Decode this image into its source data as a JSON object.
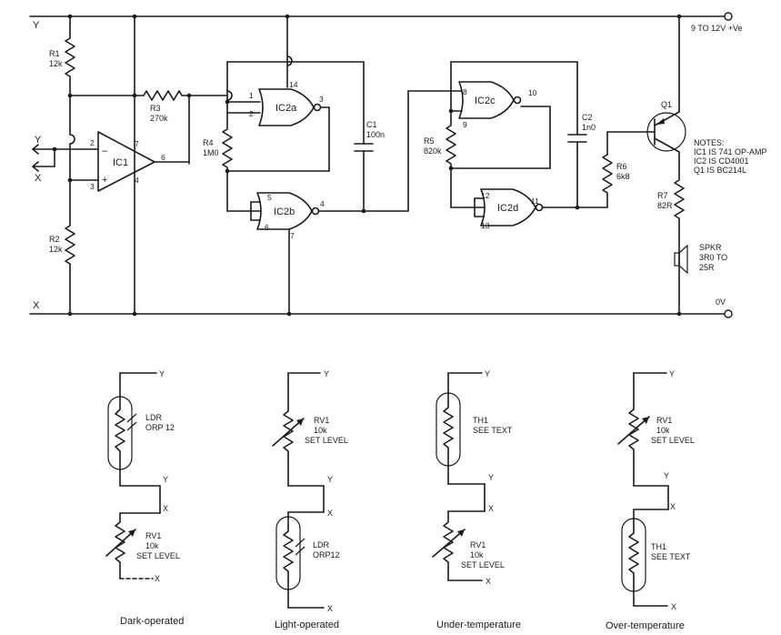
{
  "rails": {
    "top_node": "Y",
    "bottom_node": "X",
    "supply": "9 TO 12V +Ve",
    "ground": "0V"
  },
  "components": {
    "r1": [
      "R1",
      "12k"
    ],
    "r2": [
      "R2",
      "12k"
    ],
    "r3": [
      "R3",
      "270k"
    ],
    "r4": [
      "R4",
      "1M0"
    ],
    "r5": [
      "R5",
      "820k"
    ],
    "r6": [
      "R6",
      "6k8"
    ],
    "r7": [
      "R7",
      "82R"
    ],
    "c1": [
      "C1",
      "100n"
    ],
    "c2": [
      "C2",
      "1n0"
    ],
    "q1": "Q1",
    "ic1": "IC1",
    "ic2a": "IC2a",
    "ic2b": "IC2b",
    "ic2c": "IC2c",
    "ic2d": "IC2d",
    "spkr": [
      "SPKR",
      "3R0 TO",
      "25R"
    ]
  },
  "input_labels": {
    "y": "Y",
    "x": "X"
  },
  "opamp_signs": {
    "minus": "–",
    "plus": "+"
  },
  "pins": {
    "ic1_inv": "2",
    "ic1_noninv": "3",
    "ic1_out": "6",
    "ic1_vplus": "7",
    "ic1_vminus": "4",
    "ic2a_a": "1",
    "ic2a_b": "2",
    "ic2a_out": "3",
    "ic2a_vdd": "14",
    "ic2b_a": "5",
    "ic2b_b": "6",
    "ic2b_out": "4",
    "ic2b_vss": "7",
    "ic2c_a": "8",
    "ic2c_b": "9",
    "ic2c_out": "10",
    "ic2d_a": "12",
    "ic2d_b": "13",
    "ic2d_out": "11"
  },
  "notes": [
    "NOTES:",
    "IC1 IS 741 OP-AMP",
    "IC2 IS CD4001",
    "Q1 IS BC214L"
  ],
  "variants": [
    {
      "caption": "Dark-operated",
      "y_top": "Y",
      "y_mid": "Y",
      "x_mid": "X",
      "x_bottom": "X",
      "upper": [
        "LDR",
        "ORP 12"
      ],
      "lower": [
        "RV1",
        "10k",
        "SET LEVEL"
      ]
    },
    {
      "caption": "Light-operated",
      "y_top": "Y",
      "y_mid": "Y",
      "x_mid": "X",
      "x_bottom": "X",
      "upper": [
        "RV1",
        "10k",
        "SET LEVEL"
      ],
      "lower": [
        "LDR",
        "ORP12"
      ]
    },
    {
      "caption": "Under-temperature",
      "y_top": "Y",
      "y_mid": "Y",
      "x_mid": "X",
      "x_bottom": "X",
      "upper": [
        "TH1",
        "SEE TEXT"
      ],
      "lower": [
        "RV1",
        "10k",
        "SET LEVEL"
      ]
    },
    {
      "caption": "Over-temperature",
      "y_top": "Y",
      "y_mid": "Y",
      "x_mid": "X",
      "x_bottom": "X",
      "upper": [
        "RV1",
        "10k",
        "SET LEVEL"
      ],
      "lower": [
        "TH1",
        "SEE TEXT"
      ]
    }
  ]
}
